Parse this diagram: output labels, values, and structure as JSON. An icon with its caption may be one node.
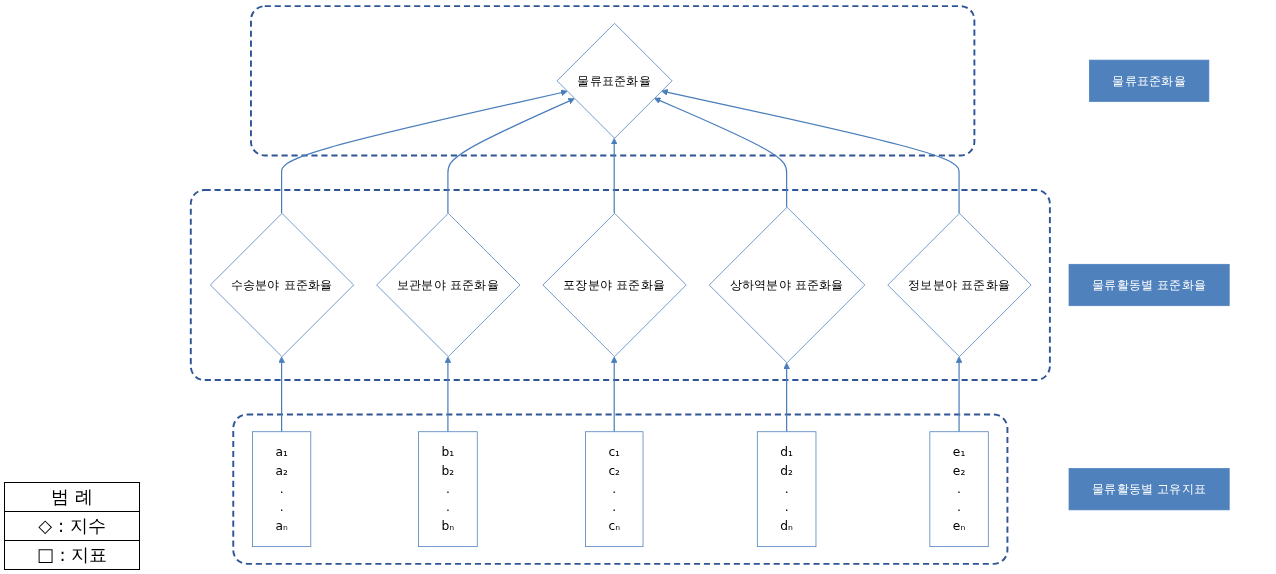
{
  "diagram": {
    "nodes": [
      {
        "text": [],
        "shape": "box"
      },
      {
        "text": [
          "물류표준화율"
        ]
      },
      {
        "text": [
          "물류표준화율"
        ],
        "in": 0
      },
      {
        "text": [],
        "shape": "box"
      },
      {
        "text": [
          "물류활동별 표준화율"
        ]
      },
      {
        "text": [
          "수송분야 표준화율"
        ],
        "in": 3
      },
      {
        "text": [
          "보관분야 표준화율"
        ],
        "in": 3
      },
      {
        "text": [
          "포장분야 표준화율"
        ],
        "in": 3
      },
      {
        "text": [
          "상하역분야 표준화율"
        ],
        "in": 3
      },
      {
        "text": [
          "정보분야 표준화율"
        ],
        "in": 3
      },
      {
        "text": [],
        "shape": "box"
      },
      {
        "text": [
          "물류활동별 고유지표"
        ]
      },
      {
        "text": [
          "a₁ a₂ . . aₙ"
        ],
        "in": 10
      },
      {
        "text": [
          "b₁ b₂ . . bₙ"
        ],
        "in": 10
      },
      {
        "text": [
          "c₁ c₂ . . cₙ"
        ],
        "in": 10
      },
      {
        "text": [
          "d₁ d₂ . . dₙ"
        ],
        "in": 10
      },
      {
        "text": [
          "e₁ e₂ . . eₙ"
        ],
        "in": 10
      }
    ],
    "edges": [
      {
        "from": 12,
        "to": 5,
        "arrow": "to"
      },
      {
        "from": 13,
        "to": 6,
        "arrow": "to"
      },
      {
        "from": 14,
        "to": 7,
        "arrow": "to"
      },
      {
        "from": 15,
        "to": 8,
        "arrow": "to"
      },
      {
        "from": 16,
        "to": 9,
        "arrow": "to"
      },
      {
        "from": 5,
        "to": 2,
        "arrow": "to"
      },
      {
        "from": 6,
        "to": 2,
        "arrow": "to"
      },
      {
        "from": 7,
        "to": 2,
        "arrow": "to"
      },
      {
        "from": 8,
        "to": 2,
        "arrow": "to"
      },
      {
        "from": 9,
        "to": 2,
        "arrow": "to"
      }
    ],
    "labels": [
      "범 례"
    ],
    "legend": [
      {
        "text": "◇ : 지수"
      },
      {
        "text": "□ : 지표"
      }
    ]
  }
}
